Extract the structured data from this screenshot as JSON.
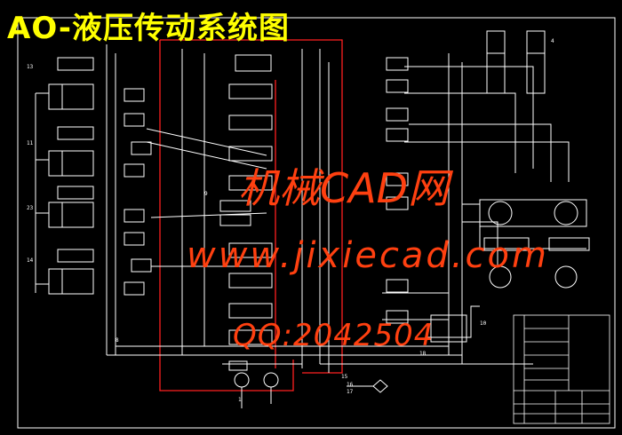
{
  "title": "AO-液压传动系统图",
  "watermarks": {
    "cn": "机械CAD网",
    "url": "www.jixiecad.com",
    "qq": "QQ:2042504"
  },
  "labels": {
    "l13": "13",
    "l11": "11",
    "l23": "23",
    "l14": "14",
    "l8": "8",
    "l15": "15",
    "l16": "16",
    "l17": "17",
    "l18": "18",
    "l10": "10",
    "l1": "1",
    "l9": "9",
    "l4": "4"
  },
  "colors": {
    "background": "#000000",
    "lines": "#ffffff",
    "pressure_line": "#ff2020",
    "title": "#ffff00",
    "watermark": "#ff4010"
  }
}
